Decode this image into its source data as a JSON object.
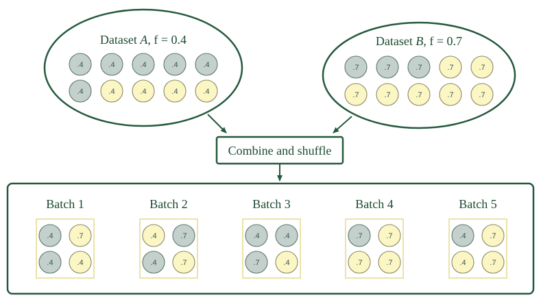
{
  "colors": {
    "stroke": "#23593d",
    "text": "#1b4a31",
    "gray_fill": "#c3d0cb",
    "gray_stroke": "#5d7a6c",
    "yellow_fill": "#fbf6c4",
    "yellow_stroke": "#8a8a64",
    "batch_frame": "#ece3a4",
    "label_text": "#3b5a4a"
  },
  "dataset_a": {
    "title_prefix": "Dataset ",
    "title_var": "A",
    "title_suffix": ", f = 0.4",
    "rows": [
      [
        {
          "label": ".4",
          "color": "gray"
        },
        {
          "label": ".4",
          "color": "gray"
        },
        {
          "label": ".4",
          "color": "gray"
        },
        {
          "label": ".4",
          "color": "gray"
        },
        {
          "label": ".4",
          "color": "gray"
        }
      ],
      [
        {
          "label": ".4",
          "color": "gray"
        },
        {
          "label": ".4",
          "color": "yellow"
        },
        {
          "label": ".4",
          "color": "yellow"
        },
        {
          "label": ".4",
          "color": "yellow"
        },
        {
          "label": ".4",
          "color": "yellow"
        }
      ]
    ]
  },
  "dataset_b": {
    "title_prefix": "Dataset ",
    "title_var": "B",
    "title_suffix": ", f = 0.7",
    "rows": [
      [
        {
          "label": ".7",
          "color": "gray"
        },
        {
          "label": ".7",
          "color": "gray"
        },
        {
          "label": ".7",
          "color": "gray"
        },
        {
          "label": ".7",
          "color": "yellow"
        },
        {
          "label": ".7",
          "color": "yellow"
        }
      ],
      [
        {
          "label": ".7",
          "color": "yellow"
        },
        {
          "label": ".7",
          "color": "yellow"
        },
        {
          "label": ".7",
          "color": "yellow"
        },
        {
          "label": ".7",
          "color": "yellow"
        },
        {
          "label": ".7",
          "color": "yellow"
        }
      ]
    ]
  },
  "combine_label": "Combine and shuffle",
  "batches": [
    {
      "title": "Batch 1",
      "items": [
        {
          "label": ".4",
          "color": "gray"
        },
        {
          "label": ".7",
          "color": "yellow"
        },
        {
          "label": ".4",
          "color": "gray"
        },
        {
          "label": ".4",
          "color": "yellow"
        }
      ]
    },
    {
      "title": "Batch 2",
      "items": [
        {
          "label": ".4",
          "color": "yellow"
        },
        {
          "label": ".7",
          "color": "gray"
        },
        {
          "label": ".4",
          "color": "gray"
        },
        {
          "label": ".7",
          "color": "yellow"
        }
      ]
    },
    {
      "title": "Batch 3",
      "items": [
        {
          "label": ".4",
          "color": "gray"
        },
        {
          "label": ".4",
          "color": "gray"
        },
        {
          "label": ".7",
          "color": "gray"
        },
        {
          "label": ".4",
          "color": "yellow"
        }
      ]
    },
    {
      "title": "Batch 4",
      "items": [
        {
          "label": ".7",
          "color": "gray"
        },
        {
          "label": ".7",
          "color": "yellow"
        },
        {
          "label": ".7",
          "color": "yellow"
        },
        {
          "label": ".7",
          "color": "yellow"
        }
      ]
    },
    {
      "title": "Batch 5",
      "items": [
        {
          "label": ".4",
          "color": "gray"
        },
        {
          "label": ".7",
          "color": "yellow"
        },
        {
          "label": ".4",
          "color": "yellow"
        },
        {
          "label": ".7",
          "color": "yellow"
        }
      ]
    }
  ]
}
